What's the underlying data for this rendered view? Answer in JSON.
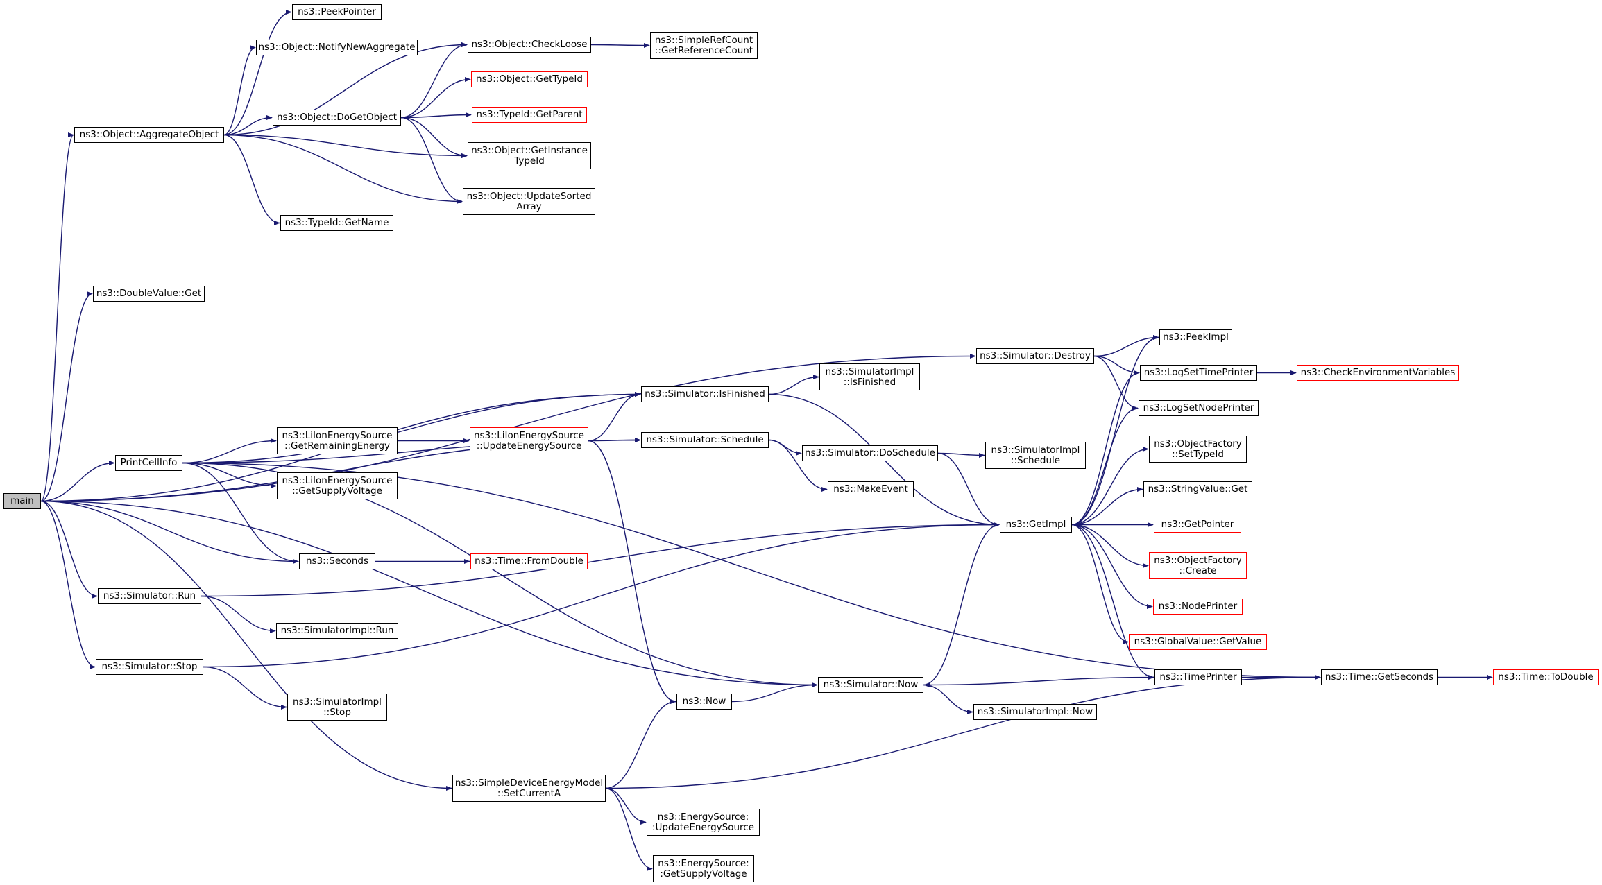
{
  "graph": {
    "colors": {
      "edge": "#191970",
      "node_border": "#000000",
      "undocumented_border": "#ff0000",
      "root_fill": "#bfbfbf"
    },
    "nodes": [
      {
        "id": "main",
        "lines": [
          "main"
        ]
      },
      {
        "id": "aggregate",
        "lines": [
          "ns3::Object::AggregateObject"
        ]
      },
      {
        "id": "peekpointer",
        "lines": [
          "ns3::PeekPointer"
        ]
      },
      {
        "id": "notifynew",
        "lines": [
          "ns3::Object::NotifyNewAggregate"
        ]
      },
      {
        "id": "checkloose",
        "lines": [
          "ns3::Object::CheckLoose"
        ]
      },
      {
        "id": "simplerefcount",
        "lines": [
          "ns3::SimpleRefCount",
          "::GetReferenceCount"
        ]
      },
      {
        "id": "gettypeid",
        "lines": [
          "ns3::Object::GetTypeId"
        ]
      },
      {
        "id": "dogetobject",
        "lines": [
          "ns3::Object::DoGetObject"
        ]
      },
      {
        "id": "getparent",
        "lines": [
          "ns3::TypeId::GetParent"
        ]
      },
      {
        "id": "getinstancetypeid",
        "lines": [
          "ns3::Object::GetInstance",
          "TypeId"
        ]
      },
      {
        "id": "updatesorted",
        "lines": [
          "ns3::Object::UpdateSorted",
          "Array"
        ]
      },
      {
        "id": "getname",
        "lines": [
          "ns3::TypeId::GetName"
        ]
      },
      {
        "id": "doublevalue",
        "lines": [
          "ns3::DoubleValue::Get"
        ]
      },
      {
        "id": "printcellinfo",
        "lines": [
          "PrintCellInfo"
        ]
      },
      {
        "id": "getremaining",
        "lines": [
          "ns3::LiIonEnergySource",
          "::GetRemainingEnergy"
        ]
      },
      {
        "id": "updateenergy",
        "lines": [
          "ns3::LiIonEnergySource",
          "::UpdateEnergySource"
        ]
      },
      {
        "id": "getsupplyvoltage",
        "lines": [
          "ns3::LiIonEnergySource",
          "::GetSupplyVoltage"
        ]
      },
      {
        "id": "isfinished",
        "lines": [
          "ns3::Simulator::IsFinished"
        ]
      },
      {
        "id": "simimplisfinished",
        "lines": [
          "ns3::SimulatorImpl",
          "::IsFinished"
        ]
      },
      {
        "id": "schedule",
        "lines": [
          "ns3::Simulator::Schedule"
        ]
      },
      {
        "id": "doschedule",
        "lines": [
          "ns3::Simulator::DoSchedule"
        ]
      },
      {
        "id": "simimplschedule",
        "lines": [
          "ns3::SimulatorImpl",
          "::Schedule"
        ]
      },
      {
        "id": "makeevent",
        "lines": [
          "ns3::MakeEvent"
        ]
      },
      {
        "id": "seconds",
        "lines": [
          "ns3::Seconds"
        ]
      },
      {
        "id": "fromdouble",
        "lines": [
          "ns3::Time::FromDouble"
        ]
      },
      {
        "id": "simrun",
        "lines": [
          "ns3::Simulator::Run"
        ]
      },
      {
        "id": "simimplrun",
        "lines": [
          "ns3::SimulatorImpl::Run"
        ]
      },
      {
        "id": "simstop",
        "lines": [
          "ns3::Simulator::Stop"
        ]
      },
      {
        "id": "simimplstop",
        "lines": [
          "ns3::SimulatorImpl",
          "::Stop"
        ]
      },
      {
        "id": "now",
        "lines": [
          "ns3::Now"
        ]
      },
      {
        "id": "simnow",
        "lines": [
          "ns3::Simulator::Now"
        ]
      },
      {
        "id": "simimplnow",
        "lines": [
          "ns3::SimulatorImpl::Now"
        ]
      },
      {
        "id": "setcurrenta",
        "lines": [
          "ns3::SimpleDeviceEnergyModel",
          "::SetCurrentA"
        ]
      },
      {
        "id": "esupdate",
        "lines": [
          "ns3::EnergySource:",
          ":UpdateEnergySource"
        ]
      },
      {
        "id": "esgetsupply",
        "lines": [
          "ns3::EnergySource:",
          ":GetSupplyVoltage"
        ]
      },
      {
        "id": "destroy",
        "lines": [
          "ns3::Simulator::Destroy"
        ]
      },
      {
        "id": "peekimpl",
        "lines": [
          "ns3::PeekImpl"
        ]
      },
      {
        "id": "logsettime",
        "lines": [
          "ns3::LogSetTimePrinter"
        ]
      },
      {
        "id": "checkenv",
        "lines": [
          "ns3::CheckEnvironmentVariables"
        ]
      },
      {
        "id": "logsetnode",
        "lines": [
          "ns3::LogSetNodePrinter"
        ]
      },
      {
        "id": "settypeid",
        "lines": [
          "ns3::ObjectFactory",
          "::SetTypeId"
        ]
      },
      {
        "id": "stringvalue",
        "lines": [
          "ns3::StringValue::Get"
        ]
      },
      {
        "id": "getimpl",
        "lines": [
          "ns3::GetImpl"
        ]
      },
      {
        "id": "getpointer",
        "lines": [
          "ns3::GetPointer"
        ]
      },
      {
        "id": "ofcreate",
        "lines": [
          "ns3::ObjectFactory",
          "::Create"
        ]
      },
      {
        "id": "nodeprinter",
        "lines": [
          "ns3::NodePrinter"
        ]
      },
      {
        "id": "globalvalue",
        "lines": [
          "ns3::GlobalValue::GetValue"
        ]
      },
      {
        "id": "timeprinter",
        "lines": [
          "ns3::TimePrinter"
        ]
      },
      {
        "id": "getseconds",
        "lines": [
          "ns3::Time::GetSeconds"
        ]
      },
      {
        "id": "todouble",
        "lines": [
          "ns3::Time::ToDouble"
        ]
      }
    ],
    "edges": [
      [
        "main",
        "aggregate"
      ],
      [
        "main",
        "doublevalue"
      ],
      [
        "main",
        "printcellinfo"
      ],
      [
        "main",
        "seconds"
      ],
      [
        "main",
        "simrun"
      ],
      [
        "main",
        "simstop"
      ],
      [
        "main",
        "simnow"
      ],
      [
        "main",
        "setcurrenta"
      ],
      [
        "main",
        "destroy"
      ],
      [
        "main",
        "isfinished"
      ],
      [
        "main",
        "schedule"
      ],
      [
        "aggregate",
        "peekpointer"
      ],
      [
        "aggregate",
        "notifynew"
      ],
      [
        "aggregate",
        "checkloose"
      ],
      [
        "aggregate",
        "dogetobject"
      ],
      [
        "aggregate",
        "getinstancetypeid"
      ],
      [
        "aggregate",
        "updatesorted"
      ],
      [
        "aggregate",
        "getname"
      ],
      [
        "checkloose",
        "simplerefcount"
      ],
      [
        "dogetobject",
        "checkloose"
      ],
      [
        "dogetobject",
        "gettypeid"
      ],
      [
        "dogetobject",
        "getparent"
      ],
      [
        "dogetobject",
        "getinstancetypeid"
      ],
      [
        "dogetobject",
        "updatesorted"
      ],
      [
        "printcellinfo",
        "getremaining"
      ],
      [
        "printcellinfo",
        "getsupplyvoltage"
      ],
      [
        "printcellinfo",
        "seconds"
      ],
      [
        "printcellinfo",
        "isfinished"
      ],
      [
        "printcellinfo",
        "schedule"
      ],
      [
        "printcellinfo",
        "simnow"
      ],
      [
        "printcellinfo",
        "getseconds"
      ],
      [
        "getremaining",
        "updateenergy"
      ],
      [
        "updateenergy",
        "isfinished"
      ],
      [
        "updateenergy",
        "schedule"
      ],
      [
        "updateenergy",
        "now"
      ],
      [
        "isfinished",
        "simimplisfinished"
      ],
      [
        "isfinished",
        "getimpl"
      ],
      [
        "schedule",
        "doschedule"
      ],
      [
        "schedule",
        "makeevent"
      ],
      [
        "doschedule",
        "simimplschedule"
      ],
      [
        "doschedule",
        "getimpl"
      ],
      [
        "seconds",
        "fromdouble"
      ],
      [
        "simrun",
        "getimpl"
      ],
      [
        "simrun",
        "simimplrun"
      ],
      [
        "simstop",
        "getimpl"
      ],
      [
        "simstop",
        "simimplstop"
      ],
      [
        "now",
        "simnow"
      ],
      [
        "simnow",
        "getimpl"
      ],
      [
        "simnow",
        "simimplnow"
      ],
      [
        "setcurrenta",
        "now"
      ],
      [
        "setcurrenta",
        "getseconds"
      ],
      [
        "setcurrenta",
        "esupdate"
      ],
      [
        "setcurrenta",
        "esgetsupply"
      ],
      [
        "destroy",
        "peekimpl"
      ],
      [
        "destroy",
        "logsettime"
      ],
      [
        "destroy",
        "logsetnode"
      ],
      [
        "logsettime",
        "checkenv"
      ],
      [
        "getimpl",
        "peekimpl"
      ],
      [
        "getimpl",
        "logsettime"
      ],
      [
        "getimpl",
        "logsetnode"
      ],
      [
        "getimpl",
        "settypeid"
      ],
      [
        "getimpl",
        "stringvalue"
      ],
      [
        "getimpl",
        "getpointer"
      ],
      [
        "getimpl",
        "ofcreate"
      ],
      [
        "getimpl",
        "nodeprinter"
      ],
      [
        "getimpl",
        "globalvalue"
      ],
      [
        "getimpl",
        "timeprinter"
      ],
      [
        "timeprinter",
        "simnow"
      ],
      [
        "timeprinter",
        "getseconds"
      ],
      [
        "getseconds",
        "todouble"
      ]
    ]
  }
}
